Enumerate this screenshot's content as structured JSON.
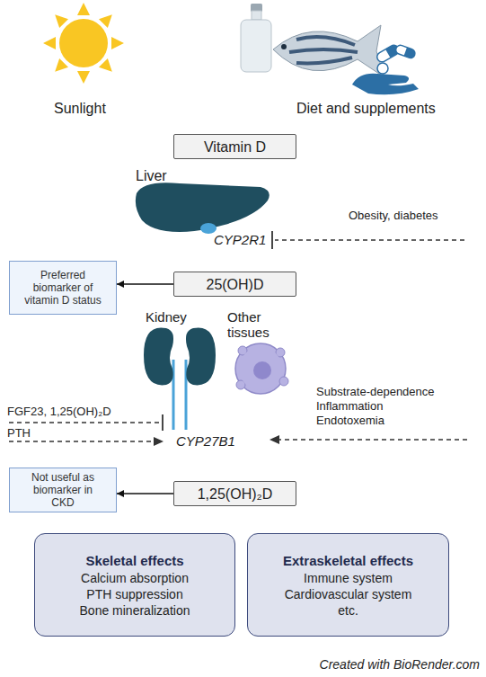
{
  "diagram": {
    "nodes": [
      {
        "text": [
          "Vitamin D"
        ]
      },
      {
        "text": [
          "Preferred biomarker of vitamin D status"
        ]
      },
      {
        "text": [
          "25(OH)D"
        ]
      },
      {
        "text": [
          "Not useful as biomarker in CKD"
        ]
      },
      {
        "text": [
          "1,25(OH)₂D"
        ]
      },
      {
        "text": [
          "Skeletal effects",
          "Calcium absorption",
          "PTH suppression",
          "Bone mineralization"
        ]
      },
      {
        "text": [
          "Extraskeletal effects",
          "Immune system",
          "Cardiovascular system",
          "etc."
        ]
      }
    ],
    "edges": [
      {
        "from": 2,
        "to": 1,
        "arrow": "to"
      },
      {
        "from": 4,
        "to": 3,
        "arrow": "to"
      }
    ],
    "labels": [
      "Sunlight",
      "Diet and supplements",
      "Liver",
      "CYP2R1",
      "Obesity, diabetes",
      "Kidney",
      "Other tissues",
      "FGF23, 1,25(OH)₂D",
      "PTH",
      "Substrate-dependence",
      "Inflammation",
      "Endotoxemia",
      "CYP27B1",
      "Created with BioRender.com"
    ]
  }
}
